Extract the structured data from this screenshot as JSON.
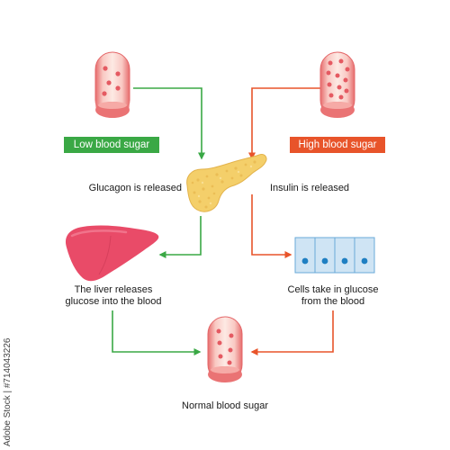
{
  "badges": {
    "low": "Low blood sugar",
    "high": "High blood sugar"
  },
  "labels": {
    "glucagon": "Glucagon is released",
    "insulin": "Insulin is released",
    "liver_line1": "The liver releases",
    "liver_line2": "glucose into the blood",
    "cells_line1": "Cells take in glucose",
    "cells_line2": "from the blood",
    "normal": "Normal blood sugar"
  },
  "colors": {
    "low_branch": "#3aa845",
    "high_branch": "#e8542a",
    "vessel": "#f08d8a",
    "pancreas": "#f4cf6a",
    "liver": "#e94b68",
    "cell_fill": "#cfe4f4",
    "nucleus": "#1f7fc2"
  },
  "icons": [
    "blood-vessel-icon",
    "pancreas-icon",
    "liver-icon",
    "cells-icon"
  ],
  "watermark": "Adobe Stock | #714043226"
}
